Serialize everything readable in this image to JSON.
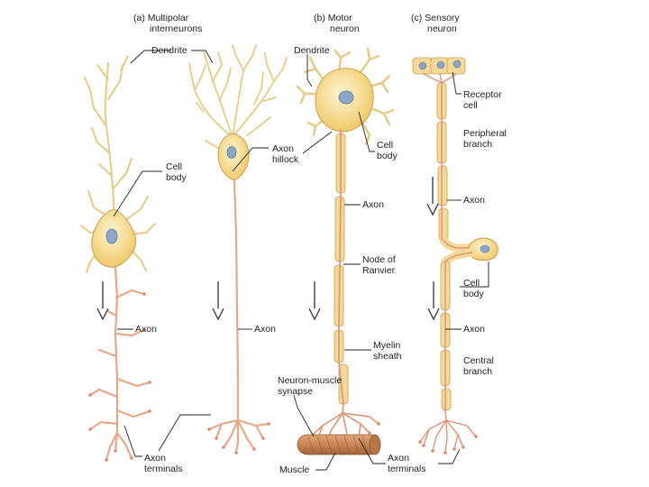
{
  "titles": {
    "a": [
      "(a) Multipolar",
      "interneurons"
    ],
    "b": [
      "(b) Motor",
      "neuron"
    ],
    "c": [
      "(c) Sensory",
      "neuron"
    ]
  },
  "labels": {
    "dendrite_a": "Dendrite",
    "dendrite_b": "Dendrite",
    "cell_body_a": [
      "Cell",
      "body"
    ],
    "axon_hillock": [
      "Axon",
      "hillock"
    ],
    "cell_body_b": [
      "Cell",
      "body"
    ],
    "receptor_cell": [
      "Receptor",
      "cell"
    ],
    "peripheral_branch": [
      "Peripheral",
      "branch"
    ],
    "axon_b": "Axon",
    "axon_c_upper": "Axon",
    "node_of_ranvier": [
      "Node of",
      "Ranvier"
    ],
    "cell_body_c": [
      "Cell",
      "body"
    ],
    "axon_a1": "Axon",
    "axon_a2": "Axon",
    "axon_c_lower": "Axon",
    "myelin_sheath": [
      "Myelin",
      "sheath"
    ],
    "central_branch": [
      "Central",
      "branch"
    ],
    "neuron_muscle_synapse": [
      "Neuron-muscle",
      "synapse"
    ],
    "axon_terminals_a": [
      "Axon",
      "terminals"
    ],
    "muscle": "Muscle",
    "axon_terminals_b": [
      "Axon",
      "terminals"
    ]
  },
  "colors": {
    "soma": "#f4d78a",
    "soma_edge": "#c9a24a",
    "nucleus": "#8ea7c9",
    "axon": "#eab493",
    "axon_edge": "#c9876a",
    "myelin": "#f6dd9e",
    "dendrite": "#e7cf8e",
    "muscle": "#c98b5e"
  }
}
